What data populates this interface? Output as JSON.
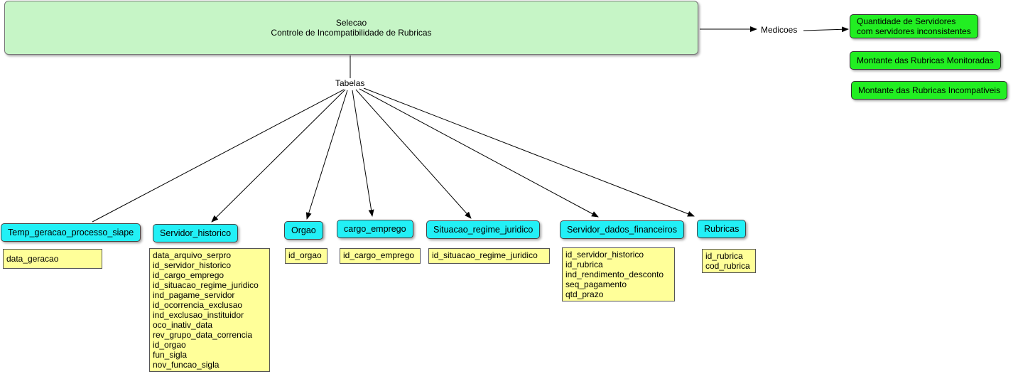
{
  "main": {
    "line1": "Selecao",
    "line2": "Controle de Incompatibilidade de Rubricas"
  },
  "labels": {
    "medicoes": "Medicoes",
    "tabelas": "Tabelas"
  },
  "metrics": [
    {
      "line1": "Quantidade de Servidores",
      "line2": "com servidores inconsistentes"
    },
    {
      "line1": "Montante das Rubricas Monitoradas"
    },
    {
      "line1": "Montante das Rubricas Incompativeis"
    }
  ],
  "tables": [
    {
      "name": "Temp_geracao_processo_siape",
      "fields": [
        "data_geracao"
      ]
    },
    {
      "name": "Servidor_historico",
      "fields": [
        "data_arquivo_serpro",
        "id_servidor_historico",
        "id_cargo_emprego",
        "id_situacao_regime_juridico",
        "ind_pagame_servidor",
        "id_ocorrencia_exclusao",
        "ind_exclusao_instituidor",
        "oco_inativ_data",
        "rev_grupo_data_correncia",
        "id_orgao",
        "fun_sigla",
        "nov_funcao_sigla"
      ]
    },
    {
      "name": "Orgao",
      "fields": [
        "id_orgao"
      ]
    },
    {
      "name": "cargo_emprego",
      "fields": [
        "id_cargo_emprego"
      ]
    },
    {
      "name": "Situacao_regime_juridico",
      "fields": [
        "id_situacao_regime_juridico"
      ]
    },
    {
      "name": "Servidor_dados_financeiros",
      "fields": [
        "id_servidor_historico",
        "id_rubrica",
        "ind_rendimento_desconto",
        "seq_pagamento",
        "qtd_prazo"
      ]
    },
    {
      "name": "Rubricas",
      "fields": [
        "id_rubrica",
        "cod_rubrica"
      ]
    }
  ],
  "colors": {
    "main_fill": "#c6f5c6",
    "metric_fill": "#22ee22",
    "table_fill": "#22f0f6",
    "field_fill": "#ffff99"
  }
}
